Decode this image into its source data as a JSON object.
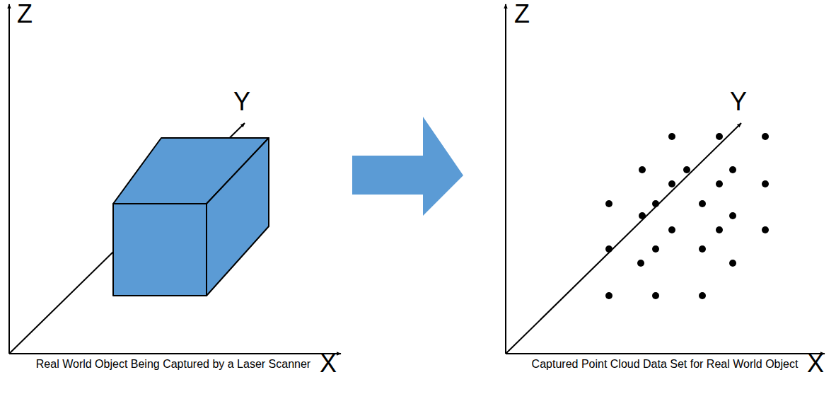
{
  "diagram": {
    "labels": [
      "Z",
      "Y",
      "X",
      "Real World Object Being Captured by a Laser Scanner",
      "Z",
      "Y",
      "X",
      "Captured Point Cloud Data Set for Real World Object"
    ]
  }
}
